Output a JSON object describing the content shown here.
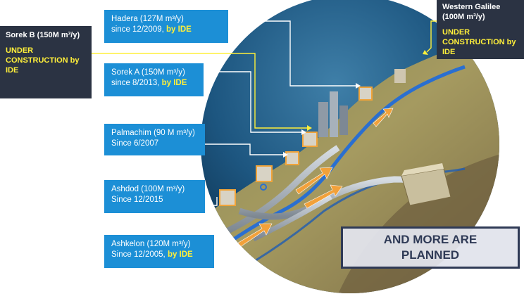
{
  "plants": [
    {
      "name": "Hadera (127M m³/y)",
      "since": "since 12/2009,",
      "by": "by IDE"
    },
    {
      "name": "Sorek A (150M m³/y)",
      "since": "since 8/2013,",
      "by": "by IDE"
    },
    {
      "name": "Palmachim (90 M m³/y)",
      "since": "Since 6/2007",
      "by": ""
    },
    {
      "name": "Ashdod (100M m³/y)",
      "since": "Since 12/2015",
      "by": ""
    },
    {
      "name": "Ashkelon (120M m³/y)",
      "since": "Since 12/2005,",
      "by": "by IDE"
    }
  ],
  "sorek_b": {
    "title": "Sorek B (150M m³/y)",
    "status": "UNDER CONSTRUCTION by IDE"
  },
  "western_galilee": {
    "title": "Western Galilee (100M m³/y)",
    "status": "UNDER CONSTRUCTION by IDE"
  },
  "more_planned": {
    "line1": "AND MORE ARE",
    "line2": "PLANNED"
  },
  "colors": {
    "label_blue": "#1c8fd6",
    "dark_panel": "#2b3343",
    "highlight": "#ffef3a",
    "connector": "#ffffff"
  }
}
